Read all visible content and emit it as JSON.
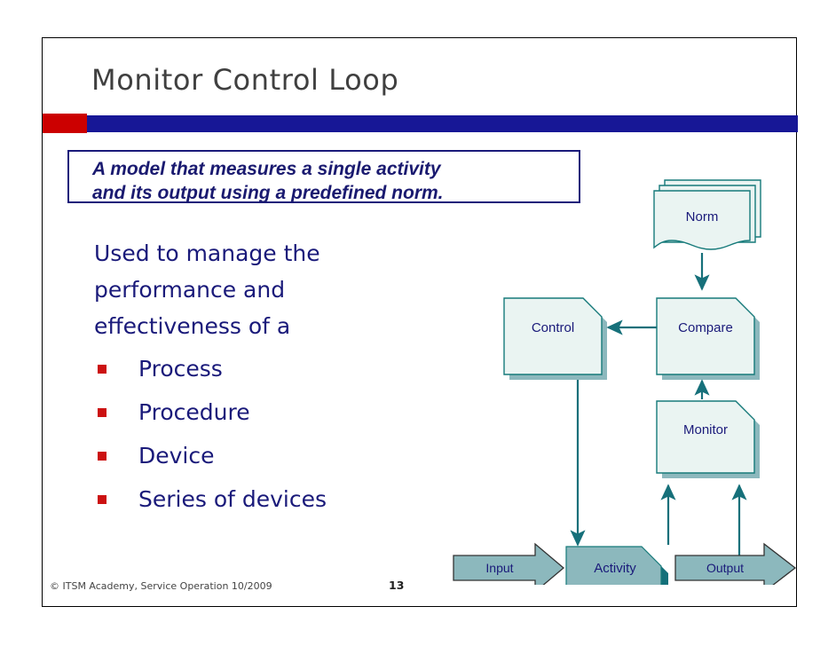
{
  "slide": {
    "title": "Monitor Control Loop",
    "callout": {
      "line1": "A model that measures a single activity",
      "line2": "and its output using a predefined norm."
    },
    "body": {
      "line1": "Used to manage the",
      "line2": "performance and",
      "line3": "effectiveness of a"
    },
    "bullets": [
      {
        "label": "Process"
      },
      {
        "label": "Procedure"
      },
      {
        "label": "Device"
      },
      {
        "label": "Series of devices"
      }
    ],
    "footer": {
      "copyright": "©  ITSM Academy, Service Operation 10/2009",
      "page_number": "13"
    }
  },
  "diagram": {
    "nodes": {
      "norm": "Norm",
      "compare": "Compare",
      "control": "Control",
      "monitor": "Monitor",
      "activity": "Activity",
      "input": "Input",
      "output": "Output"
    }
  },
  "colors": {
    "accent_red": "#cc0000",
    "accent_blue": "#171796",
    "navy_text": "#1a1a7a",
    "bullet_red": "#cc1111",
    "title_gray": "#404040",
    "node_fill": "#eaf4f2",
    "node_stroke": "#167a7a",
    "node_shadow": "#8cb8bd",
    "activity_fill": "#8cb8bd",
    "activity_shadow": "#14707a",
    "arrow_fill": "#8cb8bd",
    "arrow_stroke": "#333333",
    "connector": "#16707a"
  }
}
